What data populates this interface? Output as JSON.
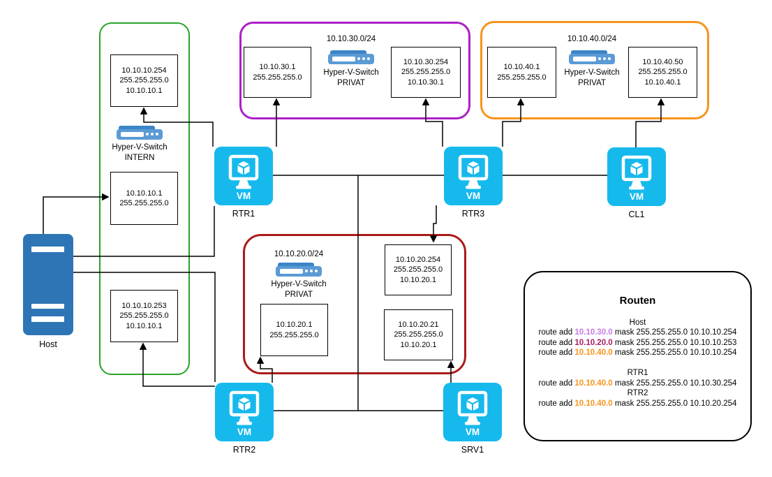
{
  "colors": {
    "green_frame": "#29a329",
    "purple_frame": "#ac20c8",
    "orange_frame": "#f7941d",
    "dark_red_frame": "#ab1a1a",
    "vm_cyan": "#16b9ec",
    "host_blue": "#2e75b6",
    "switch_blue": "#5b9bd5",
    "route_net_purple": "#c77ce0",
    "route_net_magenta": "#a51e62",
    "route_net_orange": "#f7941d"
  },
  "networks": {
    "intern": {
      "switch_name": "Hyper-V-Switch",
      "switch_type": "INTERN",
      "nic_top": "10.10.10.254\n255.255.255.0\n10.10.10.1",
      "nic_mid": "10.10.10.1\n255.255.255.0",
      "nic_bottom": "10.10.10.253\n255.255.255.0\n10.10.10.1"
    },
    "net30": {
      "subnet": "10.10.30.0/24",
      "switch_name": "Hyper-V-Switch",
      "switch_type": "PRIVAT",
      "nic_left": "10.10.30.1\n255.255.255.0",
      "nic_right": "10.10.30.254\n255.255.255.0\n10.10.30.1"
    },
    "net40": {
      "subnet": "10.10.40.0/24",
      "switch_name": "Hyper-V-Switch",
      "switch_type": "PRIVAT",
      "nic_left": "10.10.40.1\n255.255.255.0",
      "nic_right": "10.10.40.50\n255.255.255.0\n10.10.40.1"
    },
    "net20": {
      "subnet": "10.10.20.0/24",
      "switch_name": "Hyper-V-Switch",
      "switch_type": "PRIVAT",
      "nic_left": "10.10.20.1\n255.255.255.0",
      "nic_right_top": "10.10.20.254\n255.255.255.0\n10.10.20.1",
      "nic_right_bottom": "10.10.20.21\n255.255.255.0\n10.10.20.1"
    }
  },
  "nodes": {
    "host": {
      "label": "Host"
    },
    "rtr1": {
      "label": "RTR1",
      "badge": "VM"
    },
    "rtr2": {
      "label": "RTR2",
      "badge": "VM"
    },
    "rtr3": {
      "label": "RTR3",
      "badge": "VM"
    },
    "cl1": {
      "label": "CL1",
      "badge": "VM"
    },
    "srv1": {
      "label": "SRV1",
      "badge": "VM"
    }
  },
  "routes_panel": {
    "title": "Routen",
    "sections": [
      {
        "heading": "Host",
        "entries": [
          {
            "prefix": "route add ",
            "network": "10.10.30.0",
            "suffix": " mask 255.255.255.0 10.10.10.254",
            "color": "#c77ce0"
          },
          {
            "prefix": "route add ",
            "network": "10.10.20.0",
            "suffix": " mask 255.255.255.0 10.10.10.253",
            "color": "#a51e62"
          },
          {
            "prefix": "route add ",
            "network": "10.10.40.0",
            "suffix": " mask 255.255.255.0 10.10.10.254",
            "color": "#f7941d"
          }
        ]
      },
      {
        "heading": "RTR1",
        "entries": [
          {
            "prefix": "route add ",
            "network": "10.10.40.0",
            "suffix": " mask 255.255.255.0 10.10.30.254",
            "color": "#f7941d"
          }
        ]
      },
      {
        "heading": "RTR2",
        "entries": [
          {
            "prefix": "route add ",
            "network": "10.10.40.0",
            "suffix": " mask 255.255.255.0 10.10.20.254",
            "color": "#f7941d"
          }
        ]
      }
    ]
  }
}
